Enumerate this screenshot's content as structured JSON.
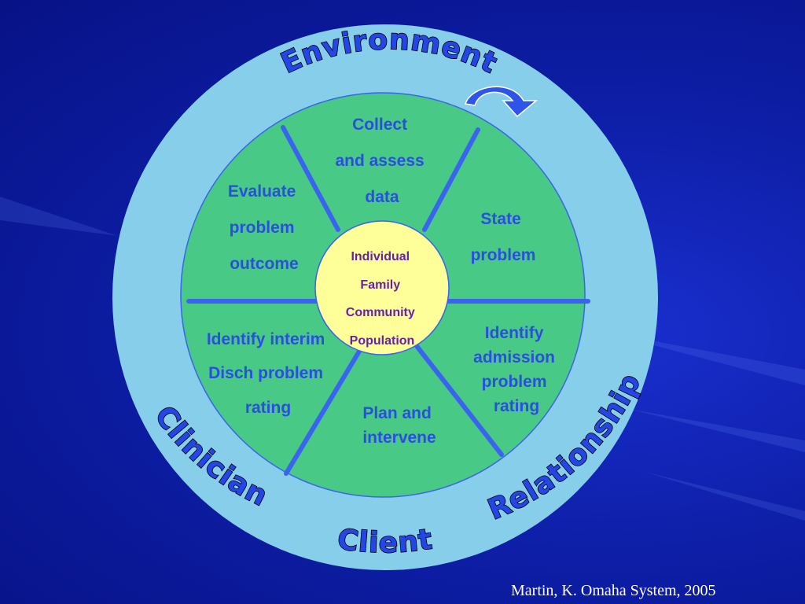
{
  "outer_ring": {
    "environment": "Environment",
    "clinician": "Clinician",
    "client": "Client",
    "relationship": "Relationship"
  },
  "segments": {
    "collect": [
      "Collect",
      "and assess",
      "data"
    ],
    "state": [
      "State",
      "problem"
    ],
    "identify_admission": [
      "Identify",
      "admission",
      "problem",
      "rating"
    ],
    "plan": [
      "Plan and",
      "intervene"
    ],
    "identify_interim": [
      "Identify interim",
      "Disch problem",
      "rating"
    ],
    "evaluate": [
      "Evaluate",
      "problem",
      "outcome"
    ]
  },
  "center": [
    "Individual",
    "Family",
    "Community",
    "Population"
  ],
  "citation": "Martin, K. Omaha System, 2005",
  "colors": {
    "background": "#0b1a9e",
    "outer_ring": "#87ceeb",
    "inner_circle": "#48c985",
    "center": "#ffff99",
    "spokes": "#3a63f0",
    "ring_text": "#2446e6",
    "segment_text": "#2a4fe0",
    "center_text": "#6a1fa8"
  },
  "icons": [
    "curved-arrow-icon"
  ]
}
